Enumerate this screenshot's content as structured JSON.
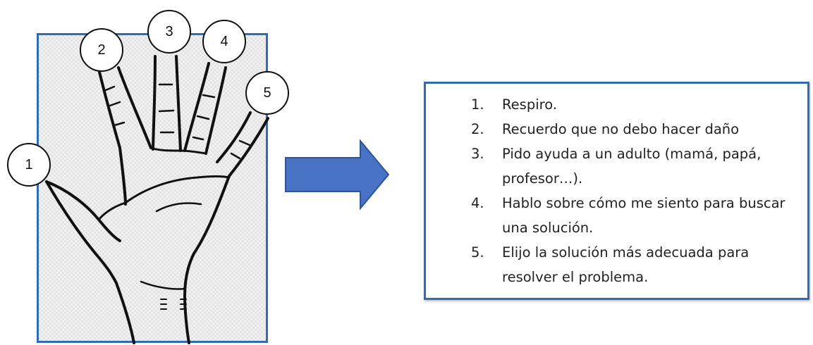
{
  "finger_labels": [
    "1",
    "2",
    "3",
    "4",
    "5"
  ],
  "steps": [
    {
      "num": "1.",
      "text": "Respiro."
    },
    {
      "num": "2.",
      "text": "Recuerdo que no debo hacer daño"
    },
    {
      "num": "3.",
      "text": "Pido ayuda a un adulto (mamá, papá, profesor…)."
    },
    {
      "num": "4.",
      "text": "Hablo sobre cómo me siento para buscar una solución."
    },
    {
      "num": "5.",
      "text": "Elijo la solución más adecuada para resolver el problema."
    }
  ],
  "colors": {
    "frame_border": "#2e6db5",
    "arrow_fill": "#4a72c4",
    "arrow_stroke": "#2f5597"
  },
  "icons": {
    "hand": "hand-outline-icon",
    "arrow": "right-arrow-icon"
  }
}
